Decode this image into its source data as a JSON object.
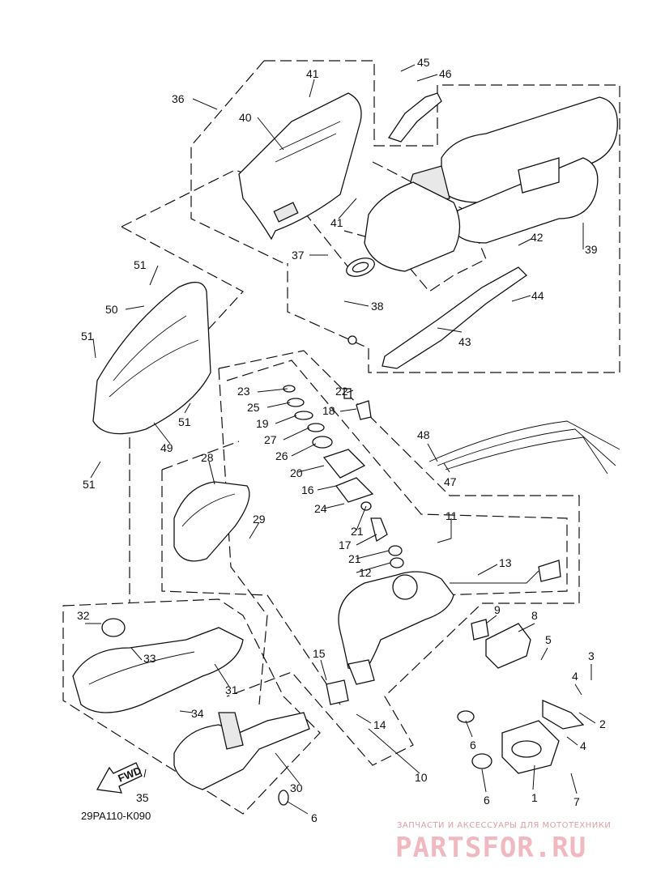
{
  "diagram": {
    "code": "29PA110-K090",
    "direction_label": "FWD",
    "callouts": [
      "1",
      "2",
      "3",
      "4",
      "4",
      "5",
      "6",
      "6",
      "6",
      "7",
      "8",
      "9",
      "10",
      "11",
      "12",
      "13",
      "14",
      "15",
      "16",
      "17",
      "18",
      "19",
      "20",
      "21",
      "21",
      "22",
      "23",
      "24",
      "25",
      "26",
      "27",
      "28",
      "29",
      "30",
      "31",
      "32",
      "33",
      "34",
      "35",
      "36",
      "37",
      "38",
      "39",
      "40",
      "41",
      "41",
      "42",
      "43",
      "44",
      "45",
      "46",
      "47",
      "48",
      "49",
      "50",
      "51",
      "51",
      "51",
      "51"
    ]
  },
  "watermark": {
    "tagline": "ЗАПЧАСТИ И АКСЕССУАРЫ ДЛЯ МОТОТЕХНИКИ",
    "brand": "PARTSFOR.RU",
    "color": "#f0b9bf"
  }
}
